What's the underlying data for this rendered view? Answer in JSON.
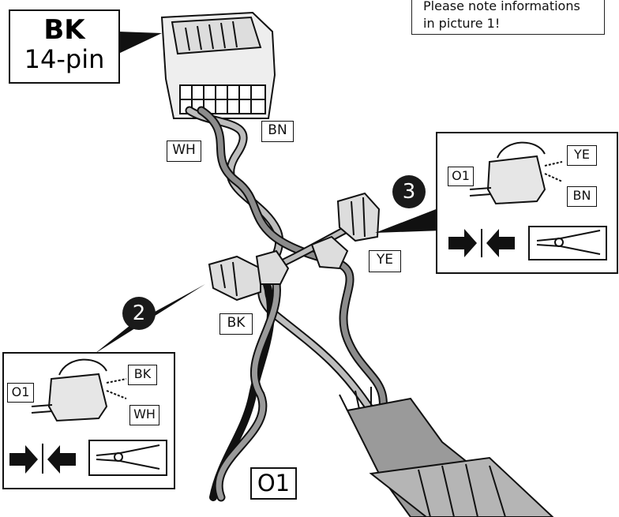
{
  "note": {
    "line1": "Please note informations",
    "line2": "in picture 1!"
  },
  "connector": {
    "color_code": "BK",
    "pins": "14-pin"
  },
  "wire_labels": {
    "bn": "BN",
    "wh": "WH",
    "ye": "YE",
    "bk": "BK"
  },
  "steps": {
    "two": "2",
    "three": "3"
  },
  "step2_panel": {
    "o1": "O1",
    "bk": "BK",
    "wh": "WH"
  },
  "step3_panel": {
    "o1": "O1",
    "ye": "YE",
    "bn": "BN"
  },
  "harness_end_label": "O1",
  "colors": {
    "ink": "#111111",
    "wire_light": "#bdbdbd",
    "wire_mid": "#8c8c8c",
    "wire_dark": "#1a1a1a",
    "step_badge": "#1a1a1a"
  }
}
